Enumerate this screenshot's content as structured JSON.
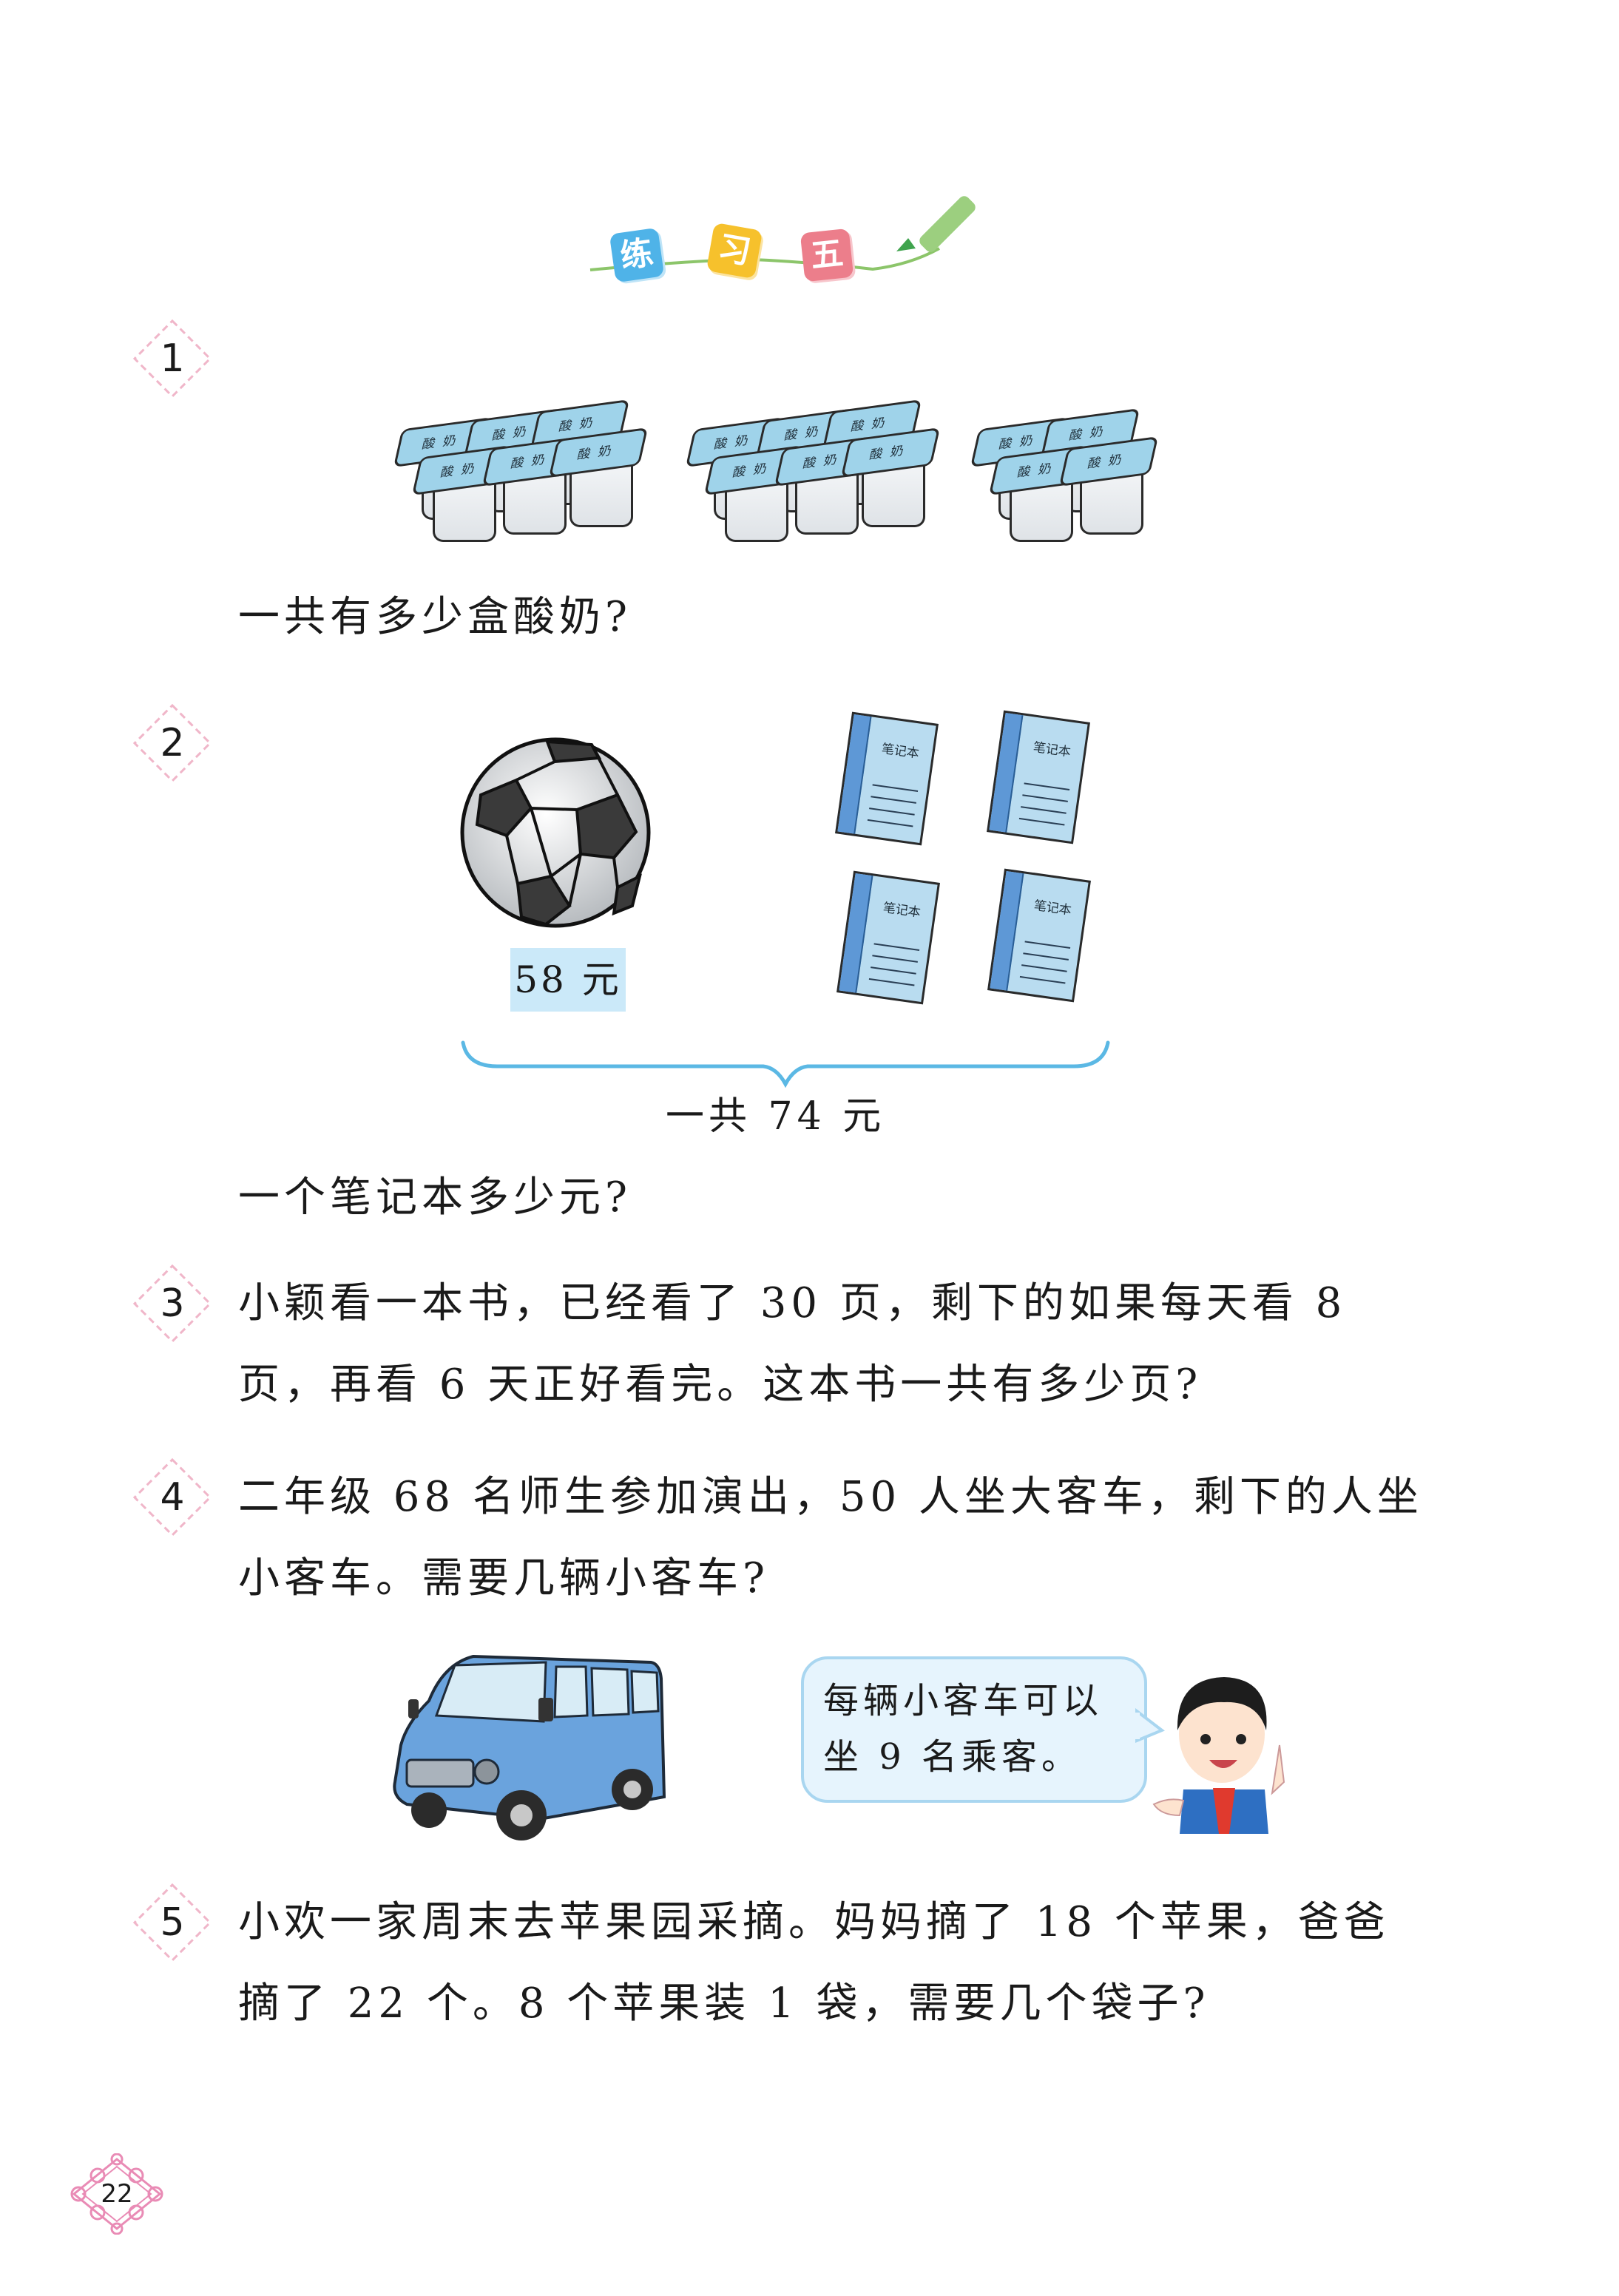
{
  "title": {
    "chars": [
      "练",
      "习",
      "五"
    ],
    "colors": [
      "#4fb3e8",
      "#f6c12c",
      "#ec7e8b"
    ],
    "pencil_color": "#9ccf7f",
    "line_color": "#8cc56a"
  },
  "diamond_color": "#f0b6c9",
  "problems": [
    {
      "number": "1",
      "illustration": {
        "packs": [
          {
            "count": 6,
            "lid_label": "酸奶"
          },
          {
            "count": 6,
            "lid_label": "酸奶"
          },
          {
            "count": 4,
            "lid_label": "酸奶"
          }
        ]
      },
      "question": "一共有多少盒酸奶?"
    },
    {
      "number": "2",
      "illustration": {
        "ball_price": "58 元",
        "notebook_label": "笔记本",
        "notebook_count": 4,
        "total": "一共 74 元"
      },
      "question": "一个笔记本多少元?"
    },
    {
      "number": "3",
      "lines": [
        "小颖看一本书，已经看了 30 页，剩下的如果每天看 8",
        "页，再看 6 天正好看完。这本书一共有多少页?"
      ]
    },
    {
      "number": "4",
      "lines": [
        "二年级 68 名师生参加演出，50 人坐大客车，剩下的人坐",
        "小客车。需要几辆小客车?"
      ],
      "speech_bubble": {
        "lines": [
          "每辆小客车可以",
          "坐 9 名乘客。"
        ]
      }
    },
    {
      "number": "5",
      "lines": [
        "小欢一家周末去苹果园采摘。妈妈摘了 18 个苹果，爸爸",
        "摘了 22 个。8 个苹果装 1 袋，需要几个袋子?"
      ]
    }
  ],
  "page_number": "22"
}
